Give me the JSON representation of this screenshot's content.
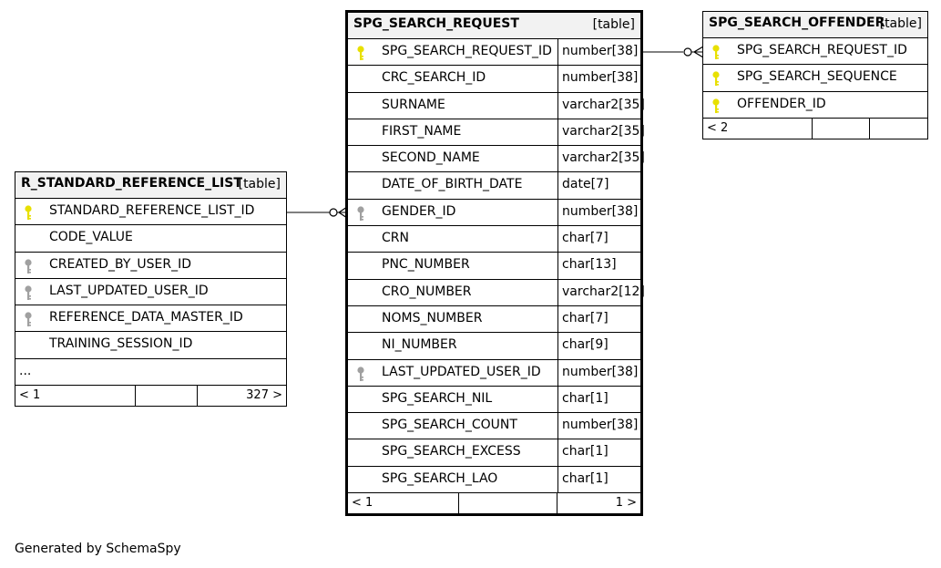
{
  "tables": {
    "ref_list": {
      "name": "R_STANDARD_REFERENCE_LIST",
      "kind": "[table]",
      "rows": [
        {
          "col": "STANDARD_REFERENCE_LIST_ID",
          "key": "primary"
        },
        {
          "col": "CODE_VALUE",
          "key": "none"
        },
        {
          "col": "CREATED_BY_USER_ID",
          "key": "foreign"
        },
        {
          "col": "LAST_UPDATED_USER_ID",
          "key": "foreign"
        },
        {
          "col": "REFERENCE_DATA_MASTER_ID",
          "key": "foreign"
        },
        {
          "col": "TRAINING_SESSION_ID",
          "key": "none"
        },
        {
          "col": "...",
          "key": "none"
        }
      ],
      "footer": {
        "left": "< 1",
        "mid": "",
        "right": "327 >"
      }
    },
    "search_request": {
      "name": "SPG_SEARCH_REQUEST",
      "kind": "[table]",
      "rows": [
        {
          "col": "SPG_SEARCH_REQUEST_ID",
          "type": "number[38]",
          "key": "primary"
        },
        {
          "col": "CRC_SEARCH_ID",
          "type": "number[38]",
          "key": "none"
        },
        {
          "col": "SURNAME",
          "type": "varchar2[35]",
          "key": "none"
        },
        {
          "col": "FIRST_NAME",
          "type": "varchar2[35]",
          "key": "none"
        },
        {
          "col": "SECOND_NAME",
          "type": "varchar2[35]",
          "key": "none"
        },
        {
          "col": "DATE_OF_BIRTH_DATE",
          "type": "date[7]",
          "key": "none"
        },
        {
          "col": "GENDER_ID",
          "type": "number[38]",
          "key": "foreign"
        },
        {
          "col": "CRN",
          "type": "char[7]",
          "key": "none"
        },
        {
          "col": "PNC_NUMBER",
          "type": "char[13]",
          "key": "none"
        },
        {
          "col": "CRO_NUMBER",
          "type": "varchar2[12]",
          "key": "none"
        },
        {
          "col": "NOMS_NUMBER",
          "type": "char[7]",
          "key": "none"
        },
        {
          "col": "NI_NUMBER",
          "type": "char[9]",
          "key": "none"
        },
        {
          "col": "LAST_UPDATED_USER_ID",
          "type": "number[38]",
          "key": "foreign"
        },
        {
          "col": "SPG_SEARCH_NIL",
          "type": "char[1]",
          "key": "none"
        },
        {
          "col": "SPG_SEARCH_COUNT",
          "type": "number[38]",
          "key": "none"
        },
        {
          "col": "SPG_SEARCH_EXCESS",
          "type": "char[1]",
          "key": "none"
        },
        {
          "col": "SPG_SEARCH_LAO",
          "type": "char[1]",
          "key": "none"
        }
      ],
      "footer": {
        "left": "< 1",
        "mid": "",
        "right": "1 >"
      }
    },
    "search_offender": {
      "name": "SPG_SEARCH_OFFENDER",
      "kind": "[table]",
      "rows": [
        {
          "col": "SPG_SEARCH_REQUEST_ID",
          "key": "primary"
        },
        {
          "col": "SPG_SEARCH_SEQUENCE",
          "key": "primary"
        },
        {
          "col": "OFFENDER_ID",
          "key": "primary"
        }
      ],
      "footer": {
        "left": "< 2",
        "mid": "",
        "right": ""
      }
    }
  },
  "colors": {
    "primary_key": "#e8e000",
    "foreign_key": "#a0a0a0",
    "header_bg": "#f2f2f2",
    "line": "#000000"
  },
  "icons": {
    "primary": "key-icon",
    "foreign": "key-icon"
  },
  "generated_by": "Generated by SchemaSpy"
}
